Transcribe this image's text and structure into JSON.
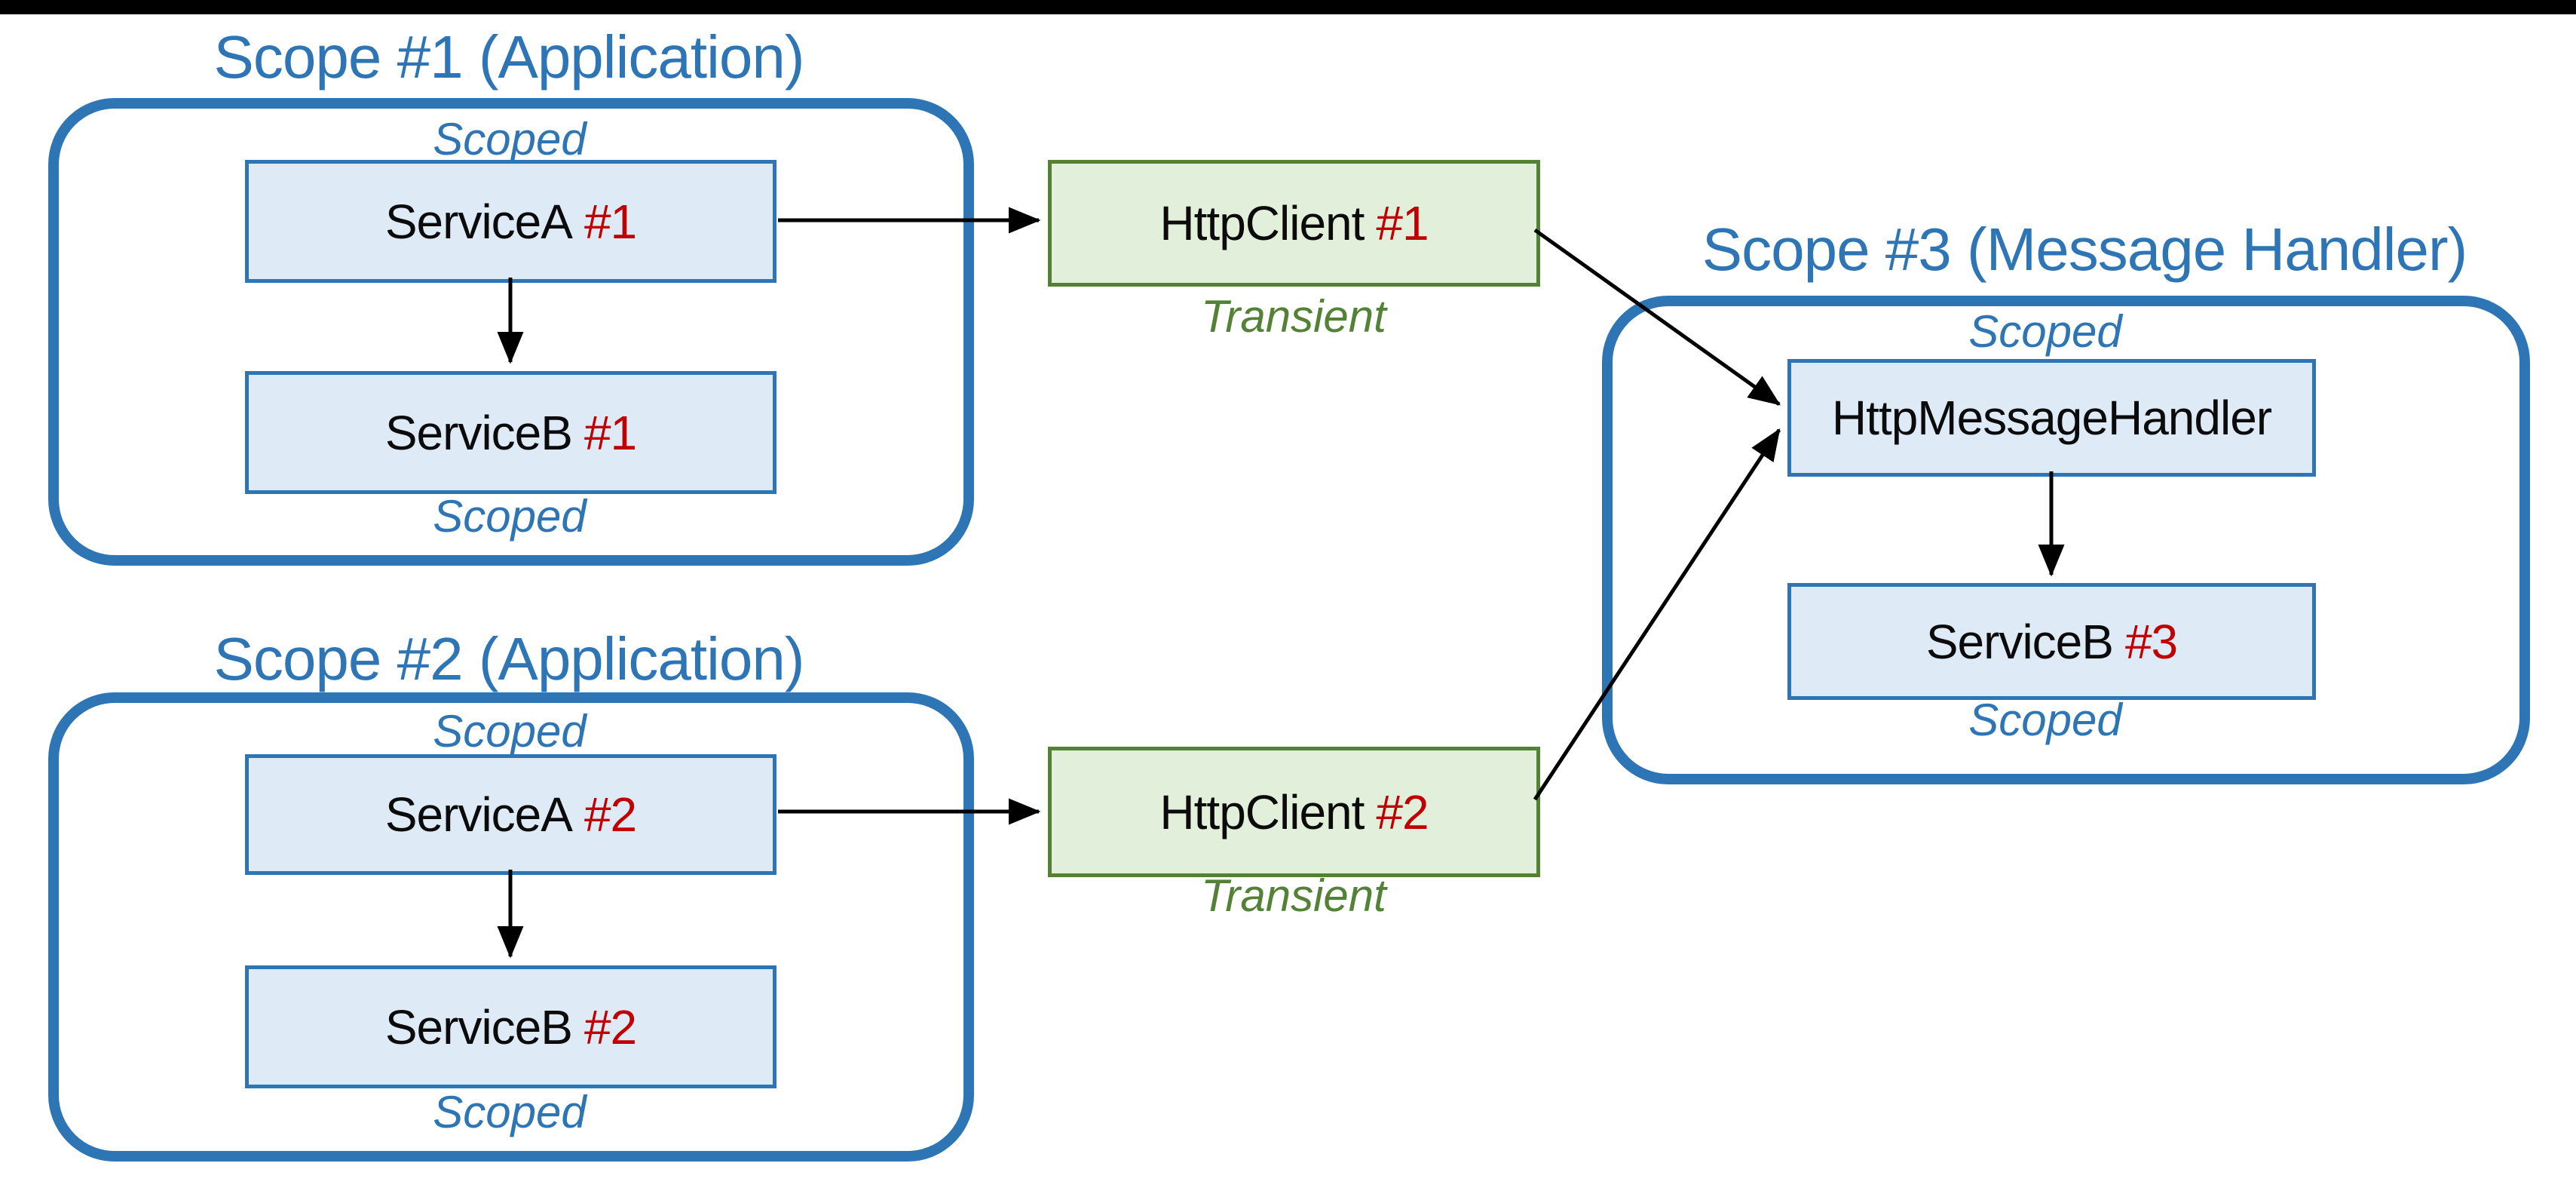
{
  "page": {
    "background": "#ffffff",
    "top_bar_color": "#000000"
  },
  "colors": {
    "scope_blue": "#2E75B6",
    "node_blue_fill": "#DEEBF7",
    "green": "#538135",
    "node_green_fill": "#E2EFDA",
    "instance_red": "#C00000",
    "arrow_black": "#000000"
  },
  "scopes": [
    {
      "title": "Scope #1 (Application)",
      "lifetime_top": "Scoped",
      "lifetime_bottom": "Scoped",
      "boxes": [
        {
          "name": "ServiceA",
          "instance": "#1"
        },
        {
          "name": "ServiceB",
          "instance": "#1"
        }
      ]
    },
    {
      "title": "Scope #2 (Application)",
      "lifetime_top": "Scoped",
      "lifetime_bottom": "Scoped",
      "boxes": [
        {
          "name": "ServiceA",
          "instance": "#2"
        },
        {
          "name": "ServiceB",
          "instance": "#2"
        }
      ]
    },
    {
      "title": "Scope #3 (Message Handler)",
      "lifetime_top": "Scoped",
      "lifetime_bottom": "Scoped",
      "boxes": [
        {
          "name": "HttpMessageHandler",
          "instance": ""
        },
        {
          "name": "ServiceB",
          "instance": "#3"
        }
      ]
    }
  ],
  "clients": [
    {
      "name": "HttpClient",
      "instance": "#1",
      "lifetime": "Transient"
    },
    {
      "name": "HttpClient",
      "instance": "#2",
      "lifetime": "Transient"
    }
  ]
}
